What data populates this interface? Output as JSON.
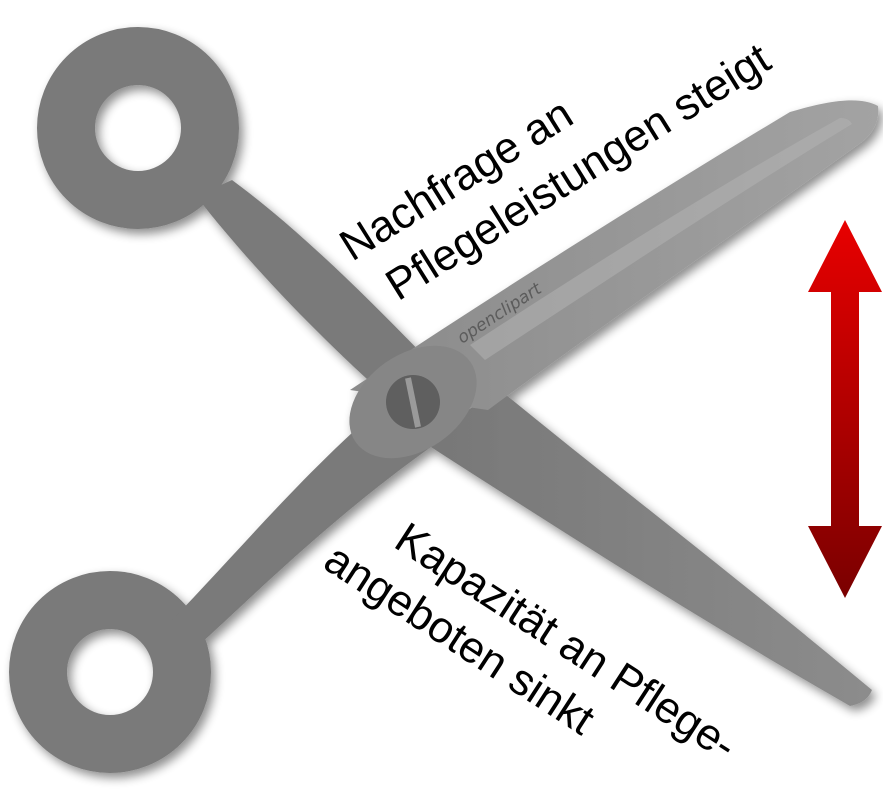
{
  "top_text": {
    "line1": "Nachfrage an",
    "line2": "Pflegeleistungen steigt"
  },
  "bottom_text": {
    "line1": "Kapazität an Pflege-",
    "line2": "angeboten sinkt"
  },
  "watermark": "openclipart",
  "colors": {
    "scissors_gray": "#7a7a7a",
    "scissors_dark": "#5e5e5e",
    "arrow_top": "#e80000",
    "arrow_bottom": "#7a0000",
    "text": "#000000"
  },
  "icons": {
    "scissors": "scissors-icon",
    "arrow": "double-arrow-vertical-icon"
  }
}
